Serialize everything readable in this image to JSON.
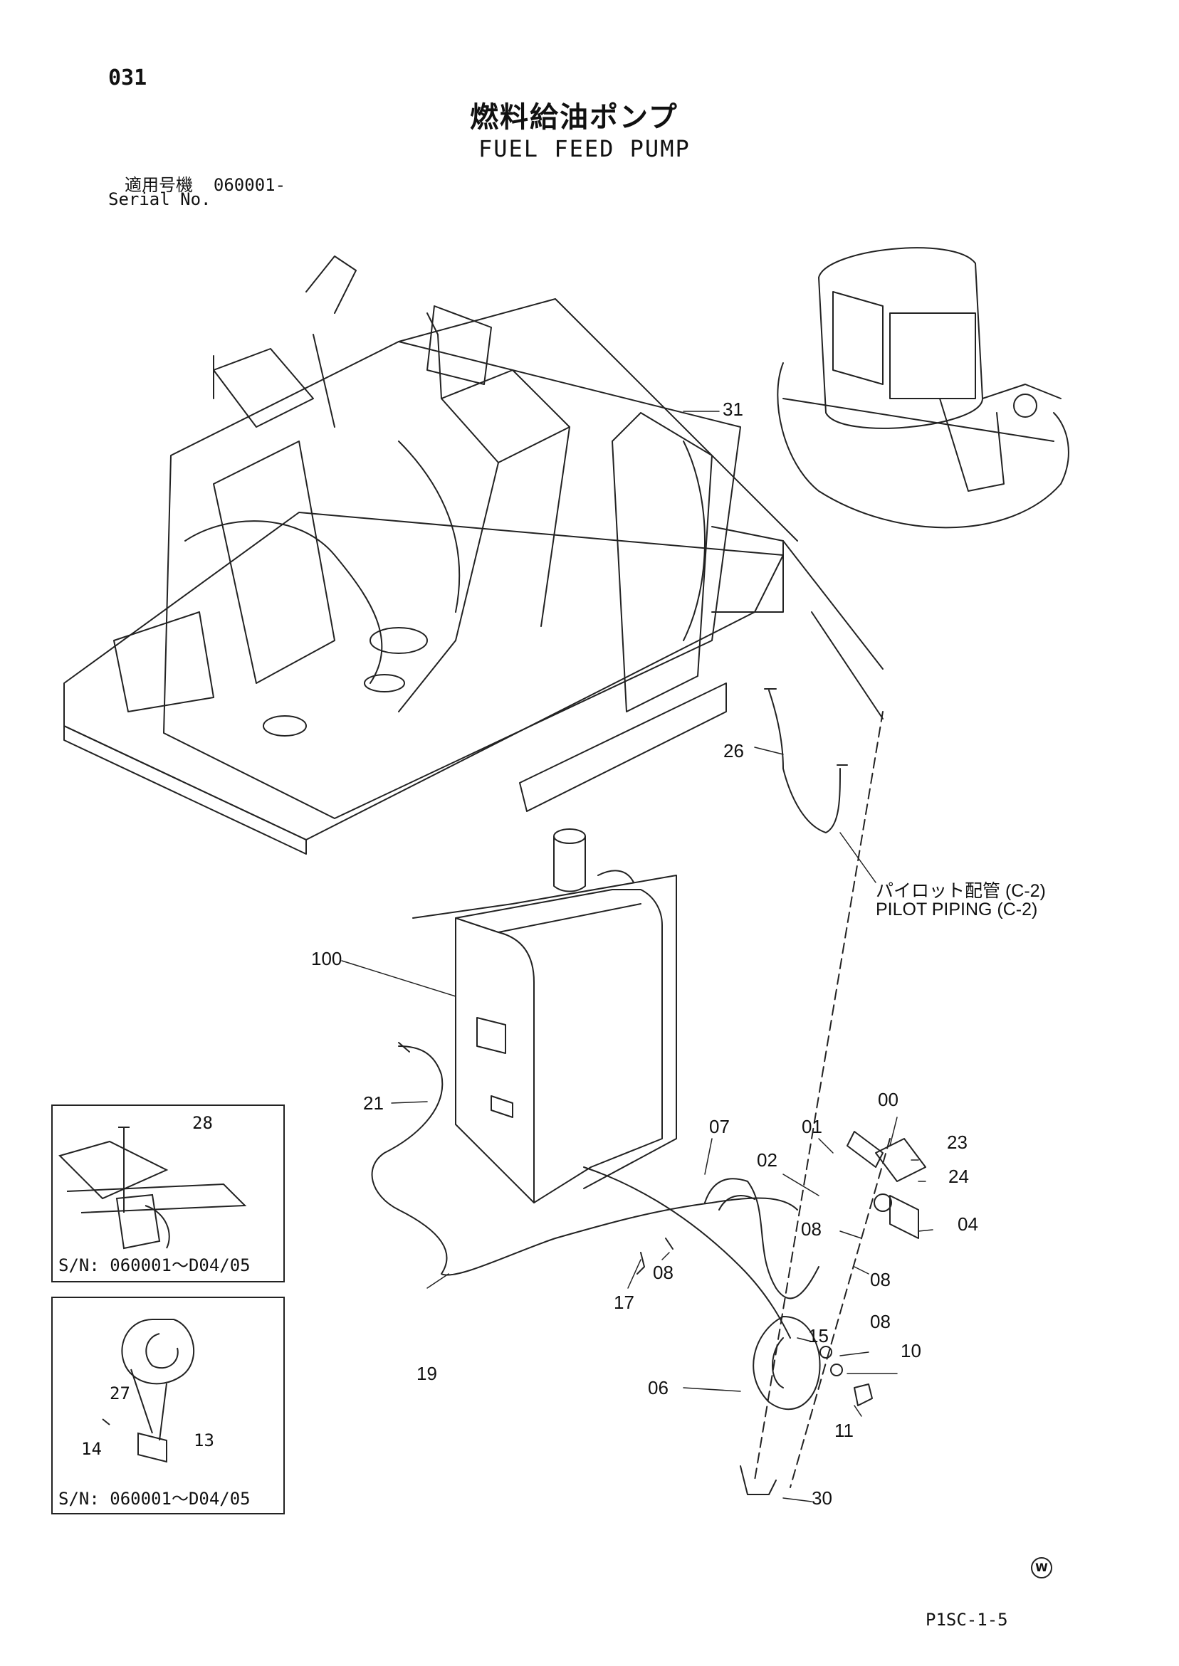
{
  "header": {
    "page_number": "031",
    "title_jp": "燃料給油ポンプ",
    "title_en": "FUEL FEED PUMP",
    "serial_label_jp": "適用号機",
    "serial_value": "060001-",
    "serial_label_en": "Serial No."
  },
  "callouts": [
    {
      "id": "31",
      "label": "31"
    },
    {
      "id": "26",
      "label": "26"
    },
    {
      "id": "100",
      "label": "100"
    },
    {
      "id": "21",
      "label": "21"
    },
    {
      "id": "19",
      "label": "19"
    },
    {
      "id": "17",
      "label": "17"
    },
    {
      "id": "08a",
      "label": "08"
    },
    {
      "id": "07",
      "label": "07"
    },
    {
      "id": "02",
      "label": "02"
    },
    {
      "id": "01",
      "label": "01"
    },
    {
      "id": "00",
      "label": "00"
    },
    {
      "id": "23",
      "label": "23"
    },
    {
      "id": "24",
      "label": "24"
    },
    {
      "id": "04",
      "label": "04"
    },
    {
      "id": "08b",
      "label": "08"
    },
    {
      "id": "08c",
      "label": "08"
    },
    {
      "id": "15",
      "label": "15"
    },
    {
      "id": "08d",
      "label": "08"
    },
    {
      "id": "10",
      "label": "10"
    },
    {
      "id": "06",
      "label": "06"
    },
    {
      "id": "11",
      "label": "11"
    },
    {
      "id": "30",
      "label": "30"
    }
  ],
  "pilot_note": {
    "jp": "パイロット配管 (C-2)",
    "en": "PILOT PIPING (C-2)"
  },
  "inset_top": {
    "callout": "28",
    "serial": "S/N: 060001～D04/05"
  },
  "inset_bottom": {
    "callouts": [
      "27",
      "13",
      "14"
    ],
    "serial": "S/N: 060001～D04/05"
  },
  "footer": {
    "mark": "W",
    "code": "P1SC-1-5"
  }
}
